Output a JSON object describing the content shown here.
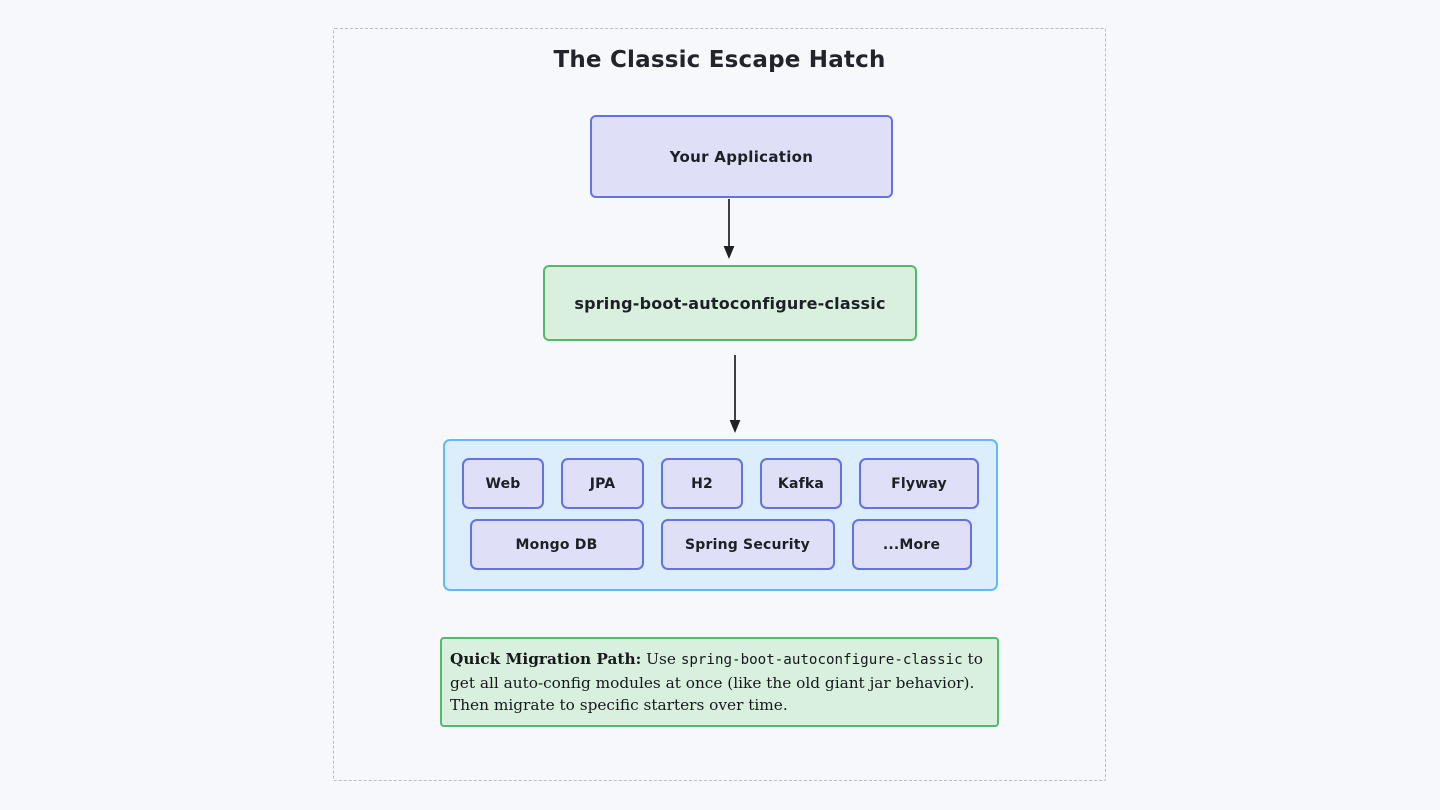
{
  "page": {
    "background_color": "#f7f8fb",
    "frame_border_color": "#b9bcc9"
  },
  "diagram": {
    "title": "The Classic Escape Hatch",
    "type": "flowchart",
    "nodes": [
      {
        "id": "app",
        "label": "Your Application",
        "fill_color": "#dfe0f7",
        "border_color": "#6472e3"
      },
      {
        "id": "classic",
        "label": "spring-boot-autoconfigure-classic",
        "fill_color": "#d9f0de",
        "border_color": "#55b96c"
      }
    ],
    "edges": [
      {
        "from": "app",
        "to": "classic",
        "style": "solid-arrow"
      },
      {
        "from": "classic",
        "to": "modules",
        "style": "solid-arrow"
      }
    ],
    "modules_container": {
      "fill_color": "#dcedfb",
      "border_color": "#63b9f6",
      "row1": [
        {
          "label": "Web"
        },
        {
          "label": "JPA"
        },
        {
          "label": "H2"
        },
        {
          "label": "Kafka"
        },
        {
          "label": "Flyway"
        }
      ],
      "row2": [
        {
          "label": "Mongo DB"
        },
        {
          "label": "Spring Security"
        },
        {
          "label": "...More"
        }
      ]
    },
    "callout": {
      "fill_color": "#d9f0de",
      "border_color": "#55b96c",
      "lead": "Quick Migration Path:",
      "text_before_code": " Use ",
      "code": "spring-boot-autoconfigure-classic",
      "text_after_code": " to get all auto-config modules at once (like the old giant jar behavior). Then migrate to specific starters over time."
    }
  }
}
